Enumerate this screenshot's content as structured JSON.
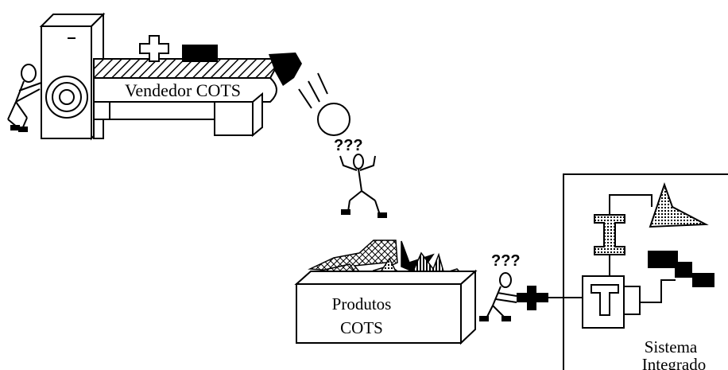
{
  "vendor_label": "Vendedor COTS",
  "products_label_line1": "Produtos",
  "products_label_line2": "COTS",
  "question_top": "???",
  "question_bottom": "???",
  "system_label_line1": "Sistema",
  "system_label_line2": "Integrado"
}
